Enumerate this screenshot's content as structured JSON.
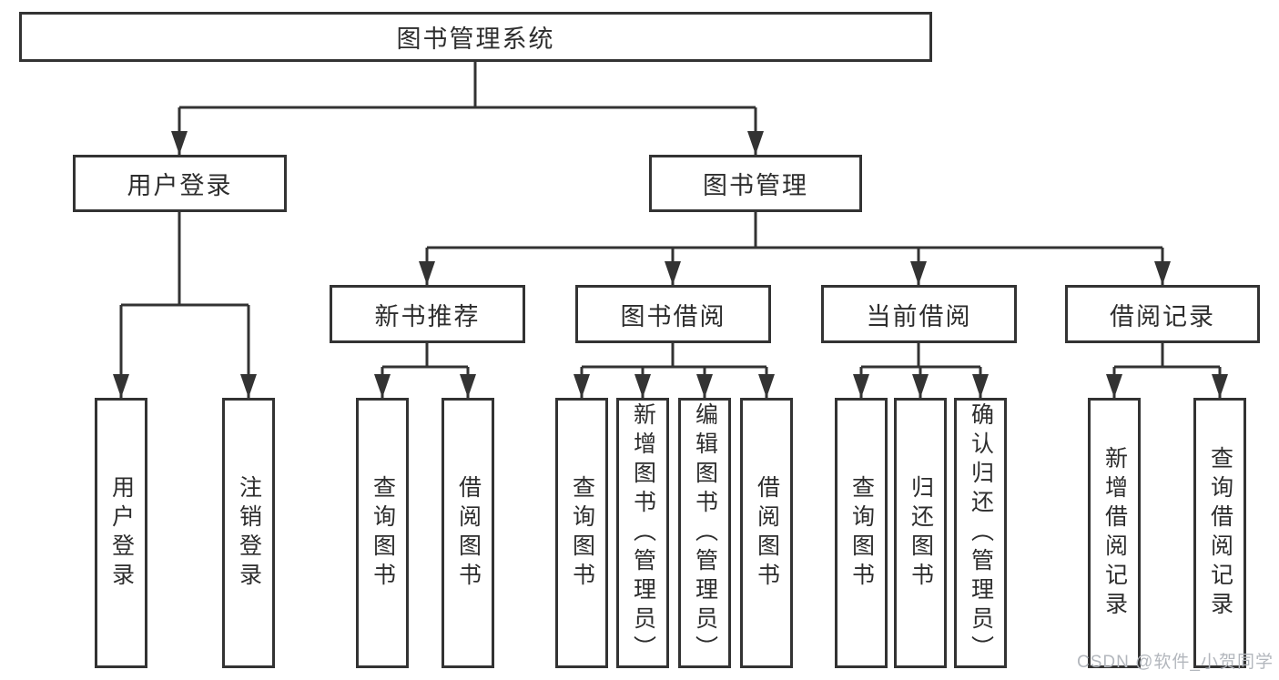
{
  "colors": {
    "line": "#333333",
    "box_border": "#333333",
    "text": "#2d2d2d",
    "watermark": "#b3b7bd",
    "background": "#ffffff"
  },
  "watermark": {
    "text": "CSDN @软件_小贺同学"
  },
  "tree": {
    "label": "图书管理系统",
    "children": [
      {
        "label": "用户登录",
        "children": [
          {
            "label": "用户登录"
          },
          {
            "label": "注销登录"
          }
        ]
      },
      {
        "label": "图书管理",
        "children": [
          {
            "label": "新书推荐",
            "children": [
              {
                "label": "查询图书"
              },
              {
                "label": "借阅图书"
              }
            ]
          },
          {
            "label": "图书借阅",
            "children": [
              {
                "label": "查询图书"
              },
              {
                "label": "新增图书（管理员）"
              },
              {
                "label": "编辑图书（管理员）"
              },
              {
                "label": "借阅图书"
              }
            ]
          },
          {
            "label": "当前借阅",
            "children": [
              {
                "label": "查询图书"
              },
              {
                "label": "归还图书"
              },
              {
                "label": "确认归还（管理员）"
              }
            ]
          },
          {
            "label": "借阅记录",
            "children": [
              {
                "label": "新增借阅记录"
              },
              {
                "label": "查询借阅记录"
              }
            ]
          }
        ]
      }
    ]
  }
}
